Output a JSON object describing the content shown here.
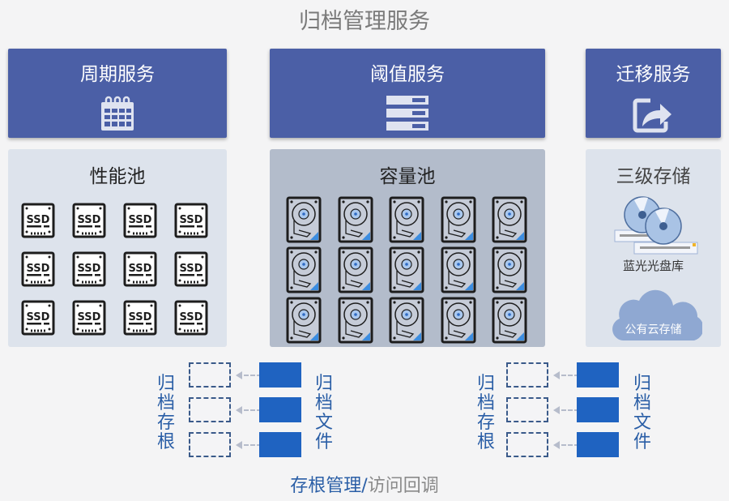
{
  "title": "归档管理服务",
  "services": [
    {
      "label": "周期服务",
      "icon": "calendar-icon"
    },
    {
      "label": "阈值服务",
      "icon": "server-stack-icon"
    },
    {
      "label": "迁移服务",
      "icon": "share-export-icon"
    }
  ],
  "pools": {
    "performance": {
      "label": "性能池",
      "icon": "ssd-icon",
      "ssd_text": "SSD",
      "count": 12
    },
    "capacity": {
      "label": "容量池",
      "icon": "hdd-icon",
      "count": 15
    },
    "tertiary": {
      "label": "三级存储",
      "bluray": "蓝光光盘库",
      "cloud": "公有云存储"
    }
  },
  "bottom": {
    "stub_label": "归档存根",
    "file_label": "归档文件",
    "caption_a": "存根管理/",
    "caption_b": "访问回调"
  },
  "colors": {
    "service": "#4b5fa6",
    "file": "#1f63c1",
    "text_blue": "#2a5ea6"
  }
}
